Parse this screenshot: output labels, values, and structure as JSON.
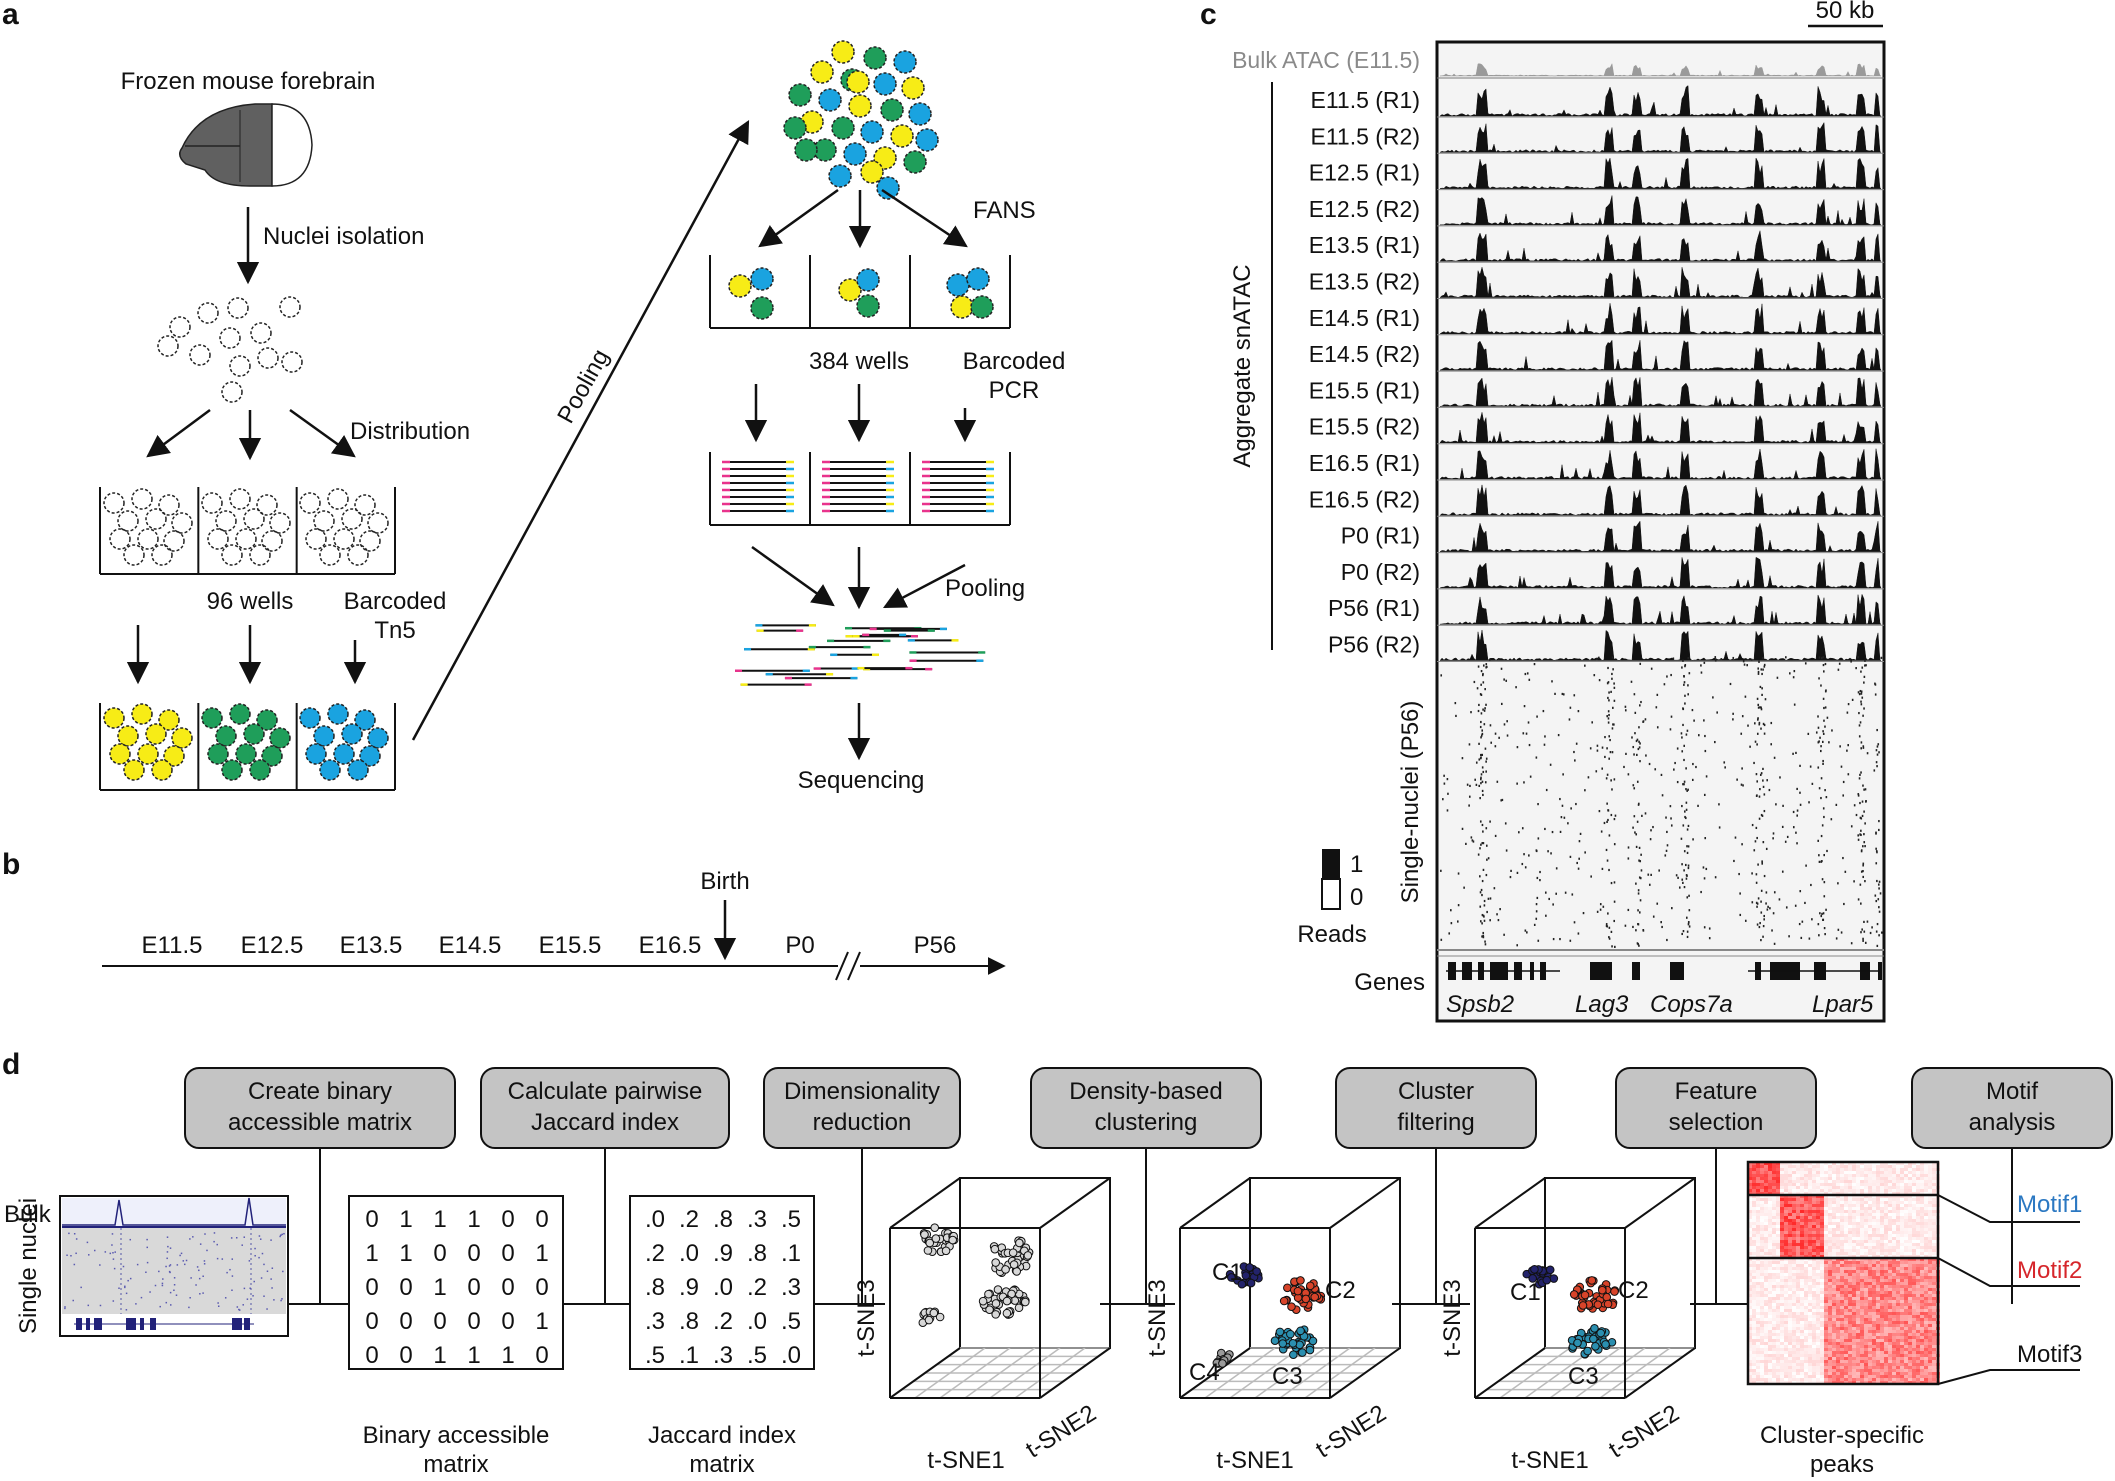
{
  "panels": {
    "a": "a",
    "b": "b",
    "c": "c",
    "d": "d"
  },
  "panel_a": {
    "title": "Frozen mouse forebrain",
    "nuclei_isolation": "Nuclei isolation",
    "distribution": "Distribution",
    "wells_96": "96 wells",
    "barcoded": "Barcoded",
    "tn5": "Tn5",
    "pooling_diag": "Pooling",
    "fans": "FANS",
    "wells_384": "384 wells",
    "barcoded_pcr_1": "Barcoded",
    "barcoded_pcr_2": "PCR",
    "pooling": "Pooling",
    "sequencing": "Sequencing",
    "colors": {
      "yellow": "#f7ec16",
      "green": "#1f9e5a",
      "blue": "#1aa3e0",
      "pink": "#e8338c",
      "brain": "#606060"
    }
  },
  "panel_b": {
    "stages": [
      "E11.5",
      "E12.5",
      "E13.5",
      "E14.5",
      "E15.5",
      "E16.5",
      "P0",
      "P56"
    ],
    "birth": "Birth"
  },
  "panel_c": {
    "scale": "50 kb",
    "bulk": "Bulk ATAC (E11.5)",
    "tracks": [
      "E11.5 (R1)",
      "E11.5 (R2)",
      "E12.5 (R1)",
      "E12.5 (R2)",
      "E13.5 (R1)",
      "E13.5 (R2)",
      "E14.5 (R1)",
      "E14.5 (R2)",
      "E15.5 (R1)",
      "E15.5 (R2)",
      "E16.5 (R1)",
      "E16.5 (R2)",
      "P0 (R1)",
      "P0 (R2)",
      "P56 (R1)",
      "P56 (R2)"
    ],
    "aggregate": "Aggregate snATAC",
    "single_nuclei": "Single-nuclei (P56)",
    "legend_1": "1",
    "legend_0": "0",
    "reads": "Reads",
    "genes_label": "Genes",
    "genes": [
      "Spsb2",
      "Lag3",
      "Cops7a",
      "Lpar5"
    ]
  },
  "panel_d": {
    "steps": [
      [
        "Create binary",
        "accessible matrix"
      ],
      [
        "Calculate pairwise",
        "Jaccard index"
      ],
      [
        "Dimensionality",
        "reduction"
      ],
      [
        "Density-based",
        "clustering"
      ],
      [
        "Cluster",
        "filtering"
      ],
      [
        "Feature",
        "selection"
      ],
      [
        "Motif",
        "analysis"
      ]
    ],
    "bulk": "Bulk",
    "single_nuclei": "Single nuclei",
    "binary_matrix": [
      [
        "0",
        "1",
        "1",
        "1",
        "0",
        "0"
      ],
      [
        "1",
        "1",
        "0",
        "0",
        "0",
        "1"
      ],
      [
        "0",
        "0",
        "1",
        "0",
        "0",
        "0"
      ],
      [
        "0",
        "0",
        "0",
        "0",
        "0",
        "1"
      ],
      [
        "0",
        "0",
        "1",
        "1",
        "1",
        "0"
      ]
    ],
    "binary_caption": [
      "Binary accessible",
      "matrix"
    ],
    "jaccard_matrix": [
      [
        ".0",
        ".2",
        ".8",
        ".3",
        ".5"
      ],
      [
        ".2",
        ".0",
        ".9",
        ".8",
        ".1"
      ],
      [
        ".8",
        ".9",
        ".0",
        ".2",
        ".3"
      ],
      [
        ".3",
        ".8",
        ".2",
        ".0",
        ".5"
      ],
      [
        ".5",
        ".1",
        ".3",
        ".5",
        ".0"
      ]
    ],
    "jaccard_caption": [
      "Jaccard index",
      "matrix"
    ],
    "axis_tsne1": "t-SNE1",
    "axis_tsne2": "t-SNE2",
    "axis_tsne3": "t-SNE3",
    "clusters": [
      "C1",
      "C2",
      "C3",
      "C4"
    ],
    "cluster_colors": {
      "C1": "#23236b",
      "C2": "#d8442a",
      "C3": "#2b8fb0",
      "C4": "#9a9a9a"
    },
    "heatmap_caption": [
      "Cluster-specific",
      "peaks"
    ],
    "motifs": [
      "Motif1",
      "Motif2",
      "Motif3"
    ],
    "motif_colors": {
      "Motif1": "#2b78c2",
      "Motif2": "#d6262b",
      "Motif3": "#111111"
    }
  }
}
